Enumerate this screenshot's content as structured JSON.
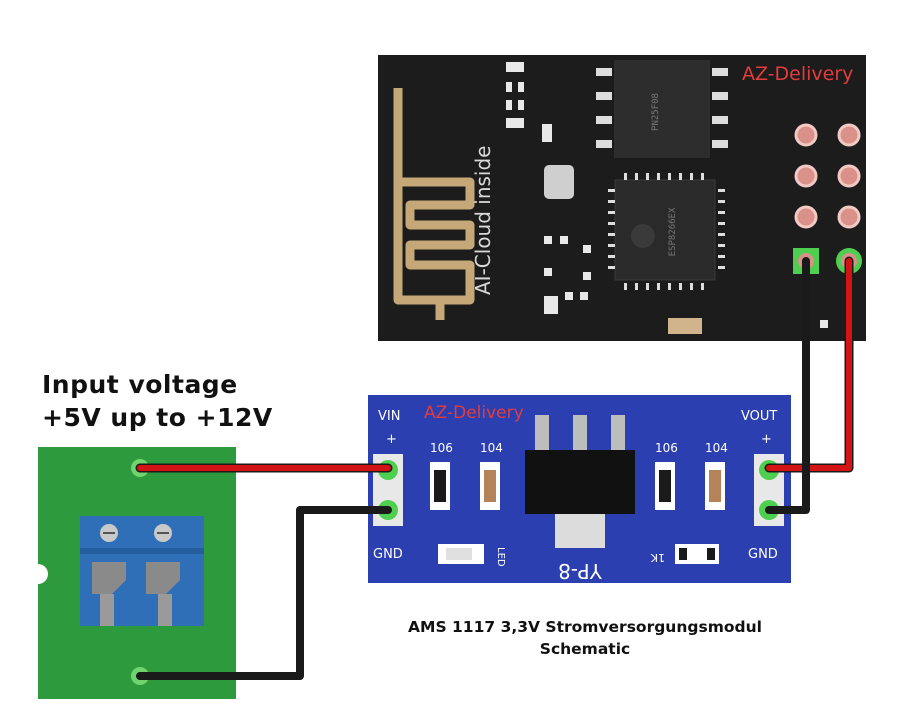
{
  "heading": {
    "line1": "Input voltage",
    "line2": "+5V up to +12V"
  },
  "esp_module": {
    "brand": "AZ-Delivery",
    "antenna_label": "AI-Cloud inside",
    "chip_marking": "ESP8266EX",
    "flash_marking": "PN25F08"
  },
  "regulator": {
    "brand": "AZ-Delivery",
    "vin_label": "VIN",
    "vout_label": "VOUT",
    "plus_left": "+",
    "plus_right": "+",
    "gnd_left": "GND",
    "gnd_right": "GND",
    "resistor_labels": [
      "106",
      "104",
      "106",
      "104"
    ],
    "led_label": "LED",
    "model": "YP-8",
    "one_k": "1K"
  },
  "caption": {
    "line1": "AMS 1117 3,3V Stromversorgungsmodul",
    "line2": "Schematic"
  },
  "colors": {
    "wire_red": "#d41414",
    "wire_black": "#1a1a1a",
    "pcb_blue": "#2b3fb0",
    "pcb_black": "#1c1c1c",
    "terminal_green": "#2e9a3e",
    "terminal_blue": "#2f6fb8",
    "brand_red": "#e23c3c",
    "antenna_gold": "#c6a878"
  }
}
